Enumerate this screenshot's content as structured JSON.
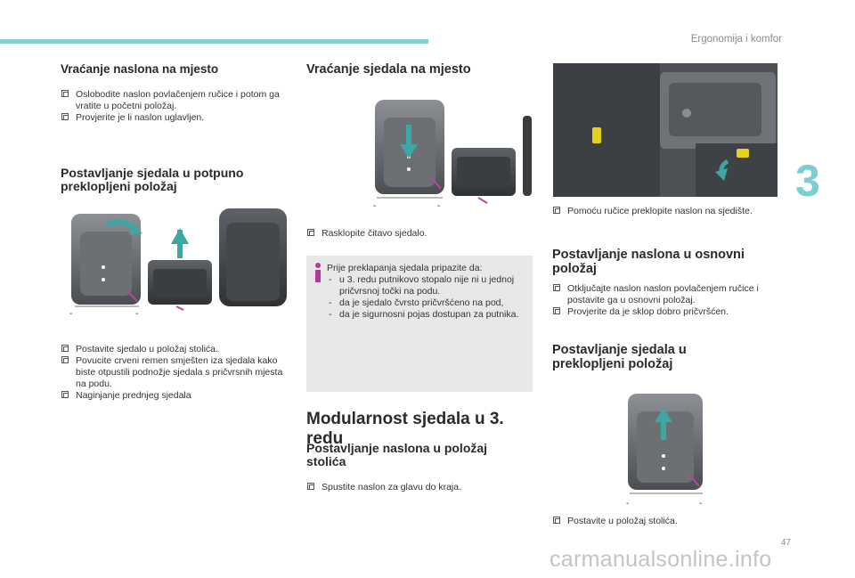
{
  "header": {
    "section": "Ergonomija i komfor",
    "chapter": "3",
    "page": "47"
  },
  "watermark": "carmanualsonline.info",
  "col1": {
    "h_restore_back": "Vraćanje naslona na mjesto",
    "restore_back_steps": [
      "Oslobodite naslon povlačenjem ručice i potom ga vratite u početni položaj.",
      "Provjerite je li naslon uglavljen."
    ],
    "h_fold_full": "Postavljanje sjedala u potpuno preklopljeni položaj",
    "fold_full_steps": [
      "Postavite sjedalo u položaj stolića.",
      "Povucite crveni remen smješten iza sjedala kako biste otpustili podnožje sjedala s pričvrsnih mjesta na podu.",
      "Naginjanje prednjeg sjedala"
    ]
  },
  "col2": {
    "h_restore_seat": "Vraćanje sjedala na mjesto",
    "restore_seat_steps": [
      "Rasklopite čitavo sjedalo."
    ],
    "note_intro": "Prije preklapanja sjedala pripazite da:",
    "note_items": [
      "u 3. redu putnikovo stopalo nije ni u jednoj pričvrsnoj točki na podu.",
      "da je sjedalo čvrsto pričvršćeno na pod,",
      "da je sigurnosni pojas dostupan za putnika."
    ],
    "h_modular": "Modularnost sjedala u 3. redu",
    "h_table_pos": "Postavljanje naslona u položaj stolića",
    "table_pos_steps": [
      "Spustite naslon za glavu do kraja."
    ]
  },
  "col3": {
    "photo_steps": [
      "Pomoću ručice preklopite naslon na sjedište."
    ],
    "h_back_basic": "Postavljanje naslona u osnovni položaj",
    "back_basic_steps": [
      "Otključajte naslon naslon povlačenjem ručice i postavite ga u osnovni položaj.",
      "Provjerite da je sklop dobro pričvršćen."
    ],
    "h_fold": "Postavljanje sjedala u preklopljeni položaj",
    "fold_steps": [
      "Postavite u položaj stolića."
    ]
  },
  "colors": {
    "accent": "#7fd1d3",
    "arrow": "#3fa7a3",
    "note_icon": "#b23a9a",
    "belt": "#c0409a",
    "handle": "#e6d21c"
  },
  "icons": [
    "bullet-square-icon",
    "info-icon",
    "teal-arrow-icon"
  ]
}
